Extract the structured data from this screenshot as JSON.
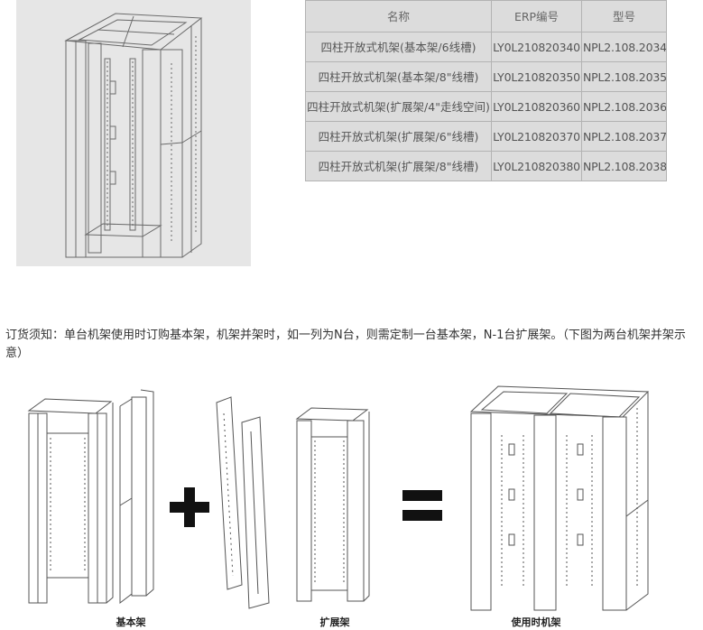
{
  "spec_table": {
    "headers": [
      "名称",
      "ERP编号",
      "型号"
    ],
    "rows": [
      [
        "四柱开放式机架(基本架/6线槽)",
        "LY0L210820340",
        "NPL2.108.2034"
      ],
      [
        "四柱开放式机架(基本架/8\"线槽)",
        "LY0L210820350",
        "NPL2.108.2035"
      ],
      [
        "四柱开放式机架(扩展架/4\"走线空间)",
        "LY0L210820360",
        "NPL2.108.2036"
      ],
      [
        "四柱开放式机架(扩展架/6\"线槽)",
        "LY0L210820370",
        "NPL2.108.2037"
      ],
      [
        "四柱开放式机架(扩展架/8\"线槽)",
        "LY0L210820380",
        "NPL2.108.2038"
      ]
    ]
  },
  "order_note": "订货须知：单台机架使用时订购基本架，机架并架时，如一列为N台，则需定制一台基本架，N-1台扩展架。（下图为两台机架并架示意）",
  "diagram": {
    "labels": {
      "basic": "基本架",
      "expansion": "扩展架",
      "in_use": "使用时机架"
    },
    "plus_icon": "plus-icon",
    "equals_icon": "equals-icon"
  },
  "colors": {
    "line": "#555555",
    "table_bg": "#dcdcdc",
    "hero_bg": "#e6e6e6"
  }
}
